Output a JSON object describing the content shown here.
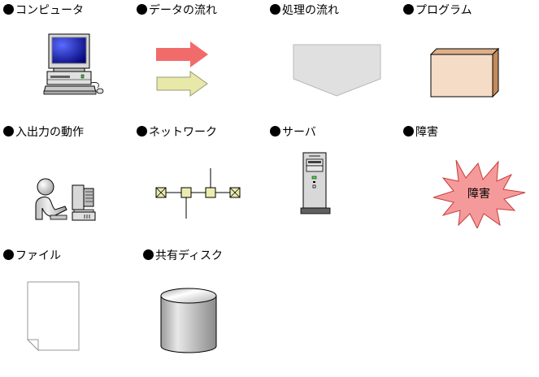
{
  "legend": {
    "items": [
      {
        "id": "computer",
        "label": "コンピュータ"
      },
      {
        "id": "data-flow",
        "label": "データの流れ"
      },
      {
        "id": "process-flow",
        "label": "処理の流れ"
      },
      {
        "id": "program",
        "label": "プログラム"
      },
      {
        "id": "io-operation",
        "label": "入出力の動作"
      },
      {
        "id": "network",
        "label": "ネットワーク"
      },
      {
        "id": "server",
        "label": "サーバ"
      },
      {
        "id": "failure",
        "label": "障害"
      },
      {
        "id": "file",
        "label": "ファイル"
      },
      {
        "id": "shared-disk",
        "label": "共有ディスク"
      }
    ],
    "failure_badge_text": "障害"
  },
  "colors": {
    "data_flow_primary": "#f26b6b",
    "data_flow_secondary": "#e8e8a8",
    "process_flow": "#e0e0e0",
    "program_front": "#f5dcc6",
    "program_top": "#deb08a",
    "program_side": "#c48a5a",
    "network_node": "#ecec b0",
    "failure_star": "#f59a9a",
    "server_body": "#d8d8d8",
    "screen_blue": "#1a1ab0"
  }
}
